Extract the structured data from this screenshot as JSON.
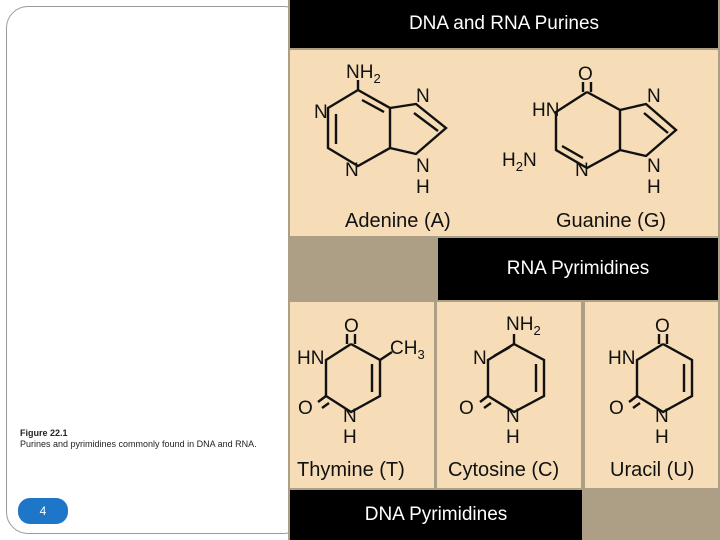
{
  "caption": {
    "figure": "Figure 22.1",
    "text": "Purines and pyrimidines commonly found in DNA and RNA."
  },
  "page_number": "4",
  "headers": {
    "purines": "DNA and RNA Purines",
    "rna_pyrimidines": "RNA Pyrimidines",
    "dna_pyrimidines": "DNA Pyrimidines"
  },
  "molecules": {
    "adenine": {
      "name": "Adenine (A)",
      "nh2": "NH",
      "nh2_sub": "2",
      "n1": "N",
      "n3": "N",
      "n7": "N",
      "n9": "N",
      "h9": "H"
    },
    "guanine": {
      "name": "Guanine (G)",
      "o": "O",
      "hn": "HN",
      "h2n": "H",
      "h2n_sub": "2",
      "h2n_n": "N",
      "n3": "N",
      "n7": "N",
      "n9": "N",
      "h9": "H"
    },
    "thymine": {
      "name": "Thymine (T)",
      "o4": "O",
      "ch3": "CH",
      "ch3_sub": "3",
      "hn": "HN",
      "o2": "O",
      "n1": "N",
      "h1": "H"
    },
    "cytosine": {
      "name": "Cytosine (C)",
      "nh2": "NH",
      "nh2_sub": "2",
      "n3": "N",
      "o2": "O",
      "n1": "N",
      "h1": "H"
    },
    "uracil": {
      "name": "Uracil (U)",
      "o4": "O",
      "hn": "HN",
      "o2": "O",
      "n1": "N",
      "h1": "H"
    }
  },
  "colors": {
    "panel": "#f6dcb7",
    "band": "#000000",
    "frame": "#ad9f86",
    "page_badge": "#1d76c8"
  }
}
